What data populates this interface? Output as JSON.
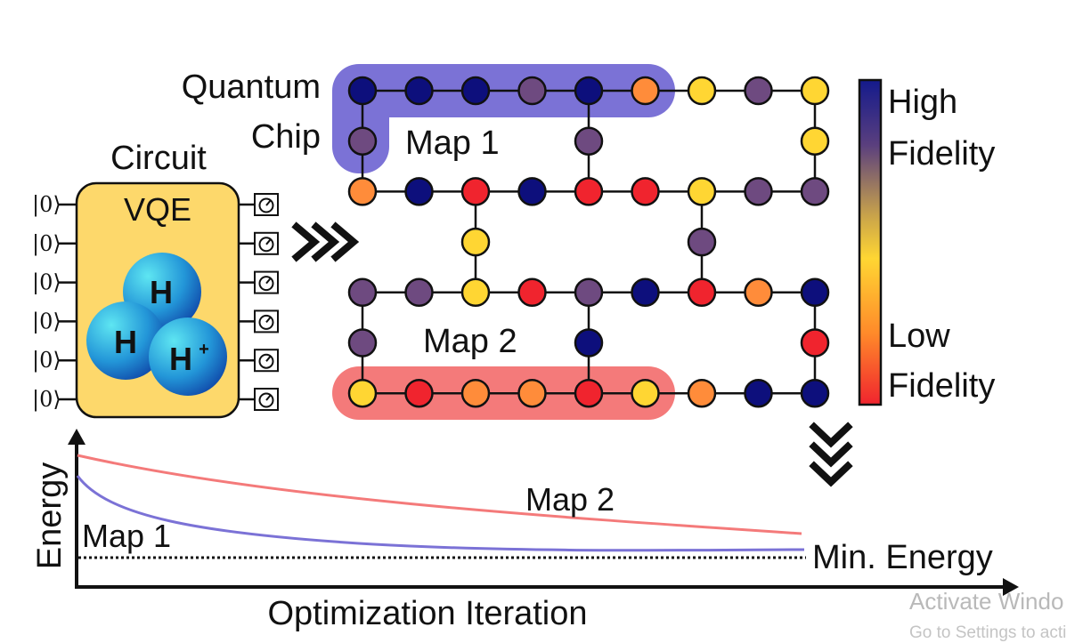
{
  "labels": {
    "quantum": "Quantum",
    "chip": "Chip",
    "circuit": "Circuit",
    "vqe": "VQE",
    "ket": "|0⟩",
    "h": "H",
    "h_plus": "H",
    "plus": "+",
    "map1": "Map 1",
    "map2": "Map 2",
    "high": "High",
    "low": "Low",
    "fidelity": "Fidelity",
    "energy_axis": "Energy",
    "x_axis": "Optimization Iteration",
    "curve_map1": "Map 1",
    "curve_map2": "Map 2",
    "min_energy": "Min. Energy"
  },
  "watermark": {
    "line1": "Activate Windo",
    "line2": "Go to Settings to acti"
  },
  "colors": {
    "navy": "#0d0f7c",
    "purple": "#6e4a80",
    "yellow": "#ffd633",
    "orange": "#ff8c3a",
    "red": "#f0242e",
    "map1_highlight": "#7b72d6",
    "map2_highlight": "#f47a7a",
    "vqe_box": "#fdd86b",
    "curve_map1": "#7b72d6",
    "curve_map2": "#f47a7a"
  },
  "qubit_rows": [
    [
      "navy",
      "navy",
      "navy",
      "purple",
      "navy",
      "orange",
      "yellow",
      "purple",
      "yellow"
    ],
    [
      "purple",
      "",
      "",
      "",
      "purple",
      "",
      "",
      "",
      "yellow"
    ],
    [
      "orange",
      "navy",
      "red",
      "navy",
      "red",
      "red",
      "yellow",
      "purple",
      "purple"
    ],
    [
      "",
      "",
      "yellow",
      "",
      "",
      "",
      "purple",
      "",
      ""
    ],
    [
      "purple",
      "purple",
      "yellow",
      "red",
      "purple",
      "navy",
      "red",
      "orange",
      "navy"
    ],
    [
      "purple",
      "",
      "",
      "",
      "navy",
      "",
      "",
      "",
      "red"
    ],
    [
      "yellow",
      "red",
      "orange",
      "orange",
      "red",
      "yellow",
      "orange",
      "navy",
      "navy"
    ]
  ],
  "vertical_links": [
    {
      "col": 0,
      "from_row": 0,
      "to_row": 2
    },
    {
      "col": 4,
      "from_row": 0,
      "to_row": 2
    },
    {
      "col": 8,
      "from_row": 0,
      "to_row": 2
    },
    {
      "col": 2,
      "from_row": 2,
      "to_row": 4
    },
    {
      "col": 6,
      "from_row": 2,
      "to_row": 4
    },
    {
      "col": 0,
      "from_row": 4,
      "to_row": 6
    },
    {
      "col": 4,
      "from_row": 4,
      "to_row": 6
    },
    {
      "col": 8,
      "from_row": 4,
      "to_row": 6
    }
  ],
  "circuit": {
    "qubit_count": 6
  }
}
